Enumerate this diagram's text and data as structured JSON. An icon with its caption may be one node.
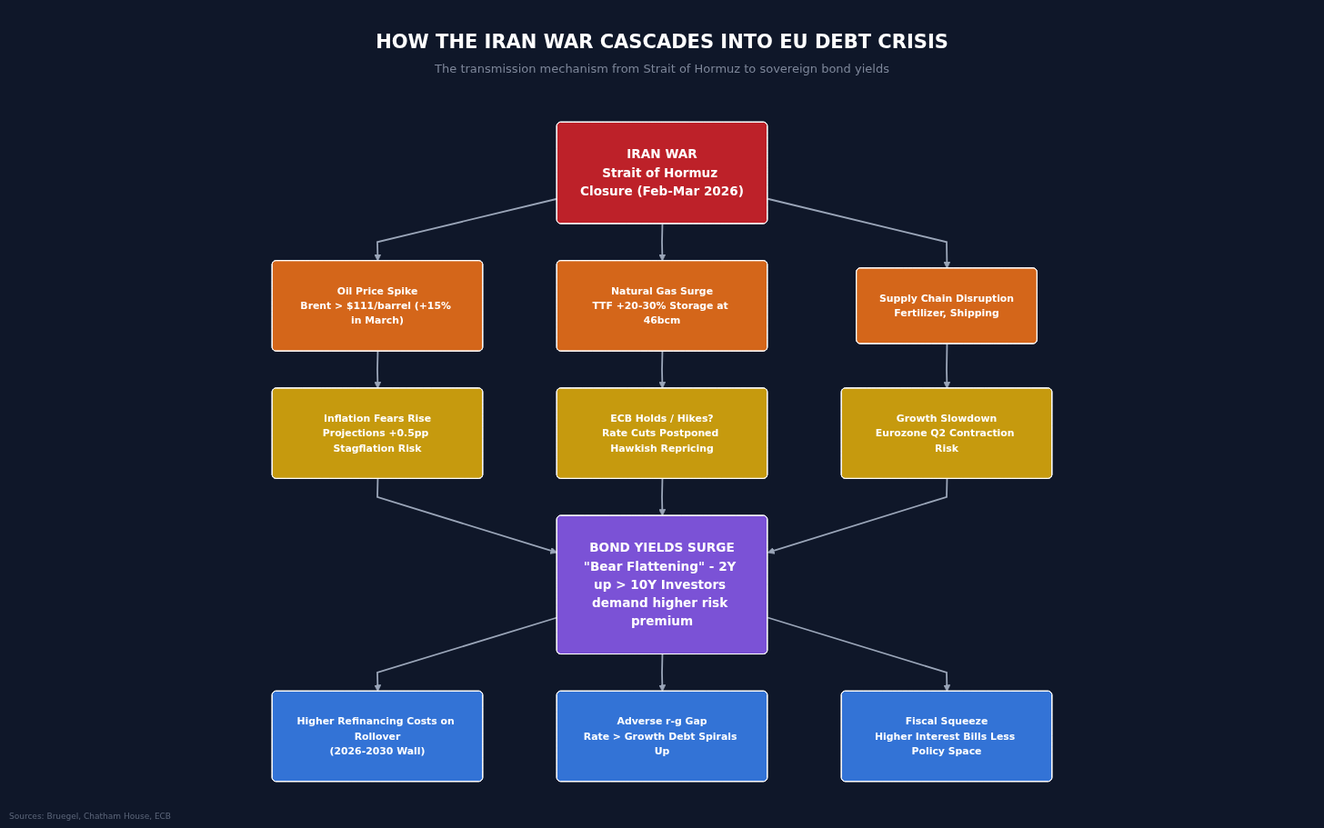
{
  "diagram": {
    "title": "HOW THE IRAN WAR CASCADES INTO EU DEBT CRISIS",
    "caption": "The transmission mechanism from Strait of Hormuz to sovereign bond yields",
    "nodes": [
      {
        "text": [
          "IRAN WAR",
          "Strait of Hormuz Closure (Feb-Mar 2026)"
        ]
      },
      {
        "text": [
          "Oil Price Spike",
          "Brent > $111/barrel (+15% in March)"
        ]
      },
      {
        "text": [
          "Natural Gas Surge",
          "TTF +20-30% Storage at 46bcm"
        ]
      },
      {
        "text": [
          "Supply Chain Disruption",
          "Fertilizer, Shipping"
        ]
      },
      {
        "text": [
          "Inflation Fears Rise",
          "Projections +0.5pp Stagflation Risk"
        ]
      },
      {
        "text": [
          "ECB Holds / Hikes?",
          "Rate Cuts Postponed Hawkish Repricing"
        ]
      },
      {
        "text": [
          "Growth Slowdown",
          "Eurozone Q2 Contraction Risk"
        ]
      },
      {
        "text": [
          "BOND YIELDS SURGE",
          "\"Bear Flattening\" - 2Y up > 10Y Investors demand higher risk premium"
        ]
      },
      {
        "text": [
          "Higher Refinancing Costs on Rollover",
          "(2026-2030 Wall)"
        ]
      },
      {
        "text": [
          "Adverse r-g Gap",
          "Rate > Growth Debt Spirals Up"
        ]
      },
      {
        "text": [
          "Fiscal Squeeze",
          "Higher Interest Bills Less Policy Space"
        ]
      }
    ],
    "edges": [
      {
        "from": 0,
        "to": 1,
        "arrow": "to"
      },
      {
        "from": 0,
        "to": 2,
        "arrow": "to"
      },
      {
        "from": 0,
        "to": 3,
        "arrow": "to"
      },
      {
        "from": 1,
        "to": 4,
        "arrow": "to"
      },
      {
        "from": 2,
        "to": 5,
        "arrow": "to"
      },
      {
        "from": 3,
        "to": 6,
        "arrow": "to"
      },
      {
        "from": 4,
        "to": 7,
        "arrow": "to"
      },
      {
        "from": 5,
        "to": 7,
        "arrow": "to"
      },
      {
        "from": 6,
        "to": 7,
        "arrow": "to"
      },
      {
        "from": 7,
        "to": 8,
        "arrow": "to"
      },
      {
        "from": 7,
        "to": 9,
        "arrow": "to"
      },
      {
        "from": 7,
        "to": 10,
        "arrow": "to"
      }
    ],
    "labels": [
      "Sources: Bruegel, Chatham House, ECB"
    ]
  }
}
